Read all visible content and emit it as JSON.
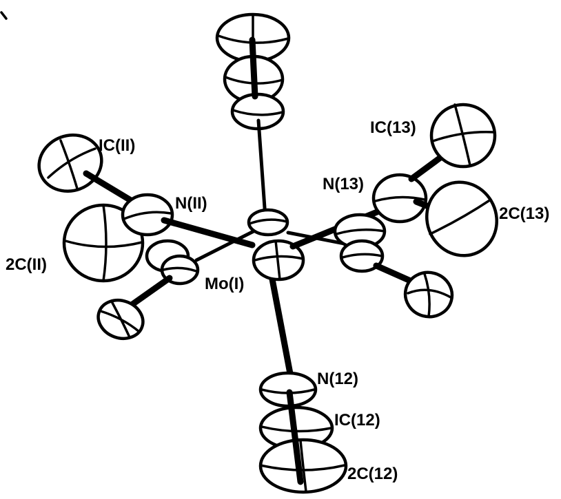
{
  "labels": {
    "c1_11": "IC(II)",
    "n11": "N(II)",
    "c2_11": "2C(II)",
    "mo1": "Mo(I)",
    "c1_13": "IC(13)",
    "n13": "N(13)",
    "c2_13": "2C(13)",
    "n12": "N(12)",
    "c1_12": "IC(12)",
    "c2_12": "2C(12)"
  },
  "colors": {
    "ink": "#000000",
    "paper": "#ffffff"
  }
}
